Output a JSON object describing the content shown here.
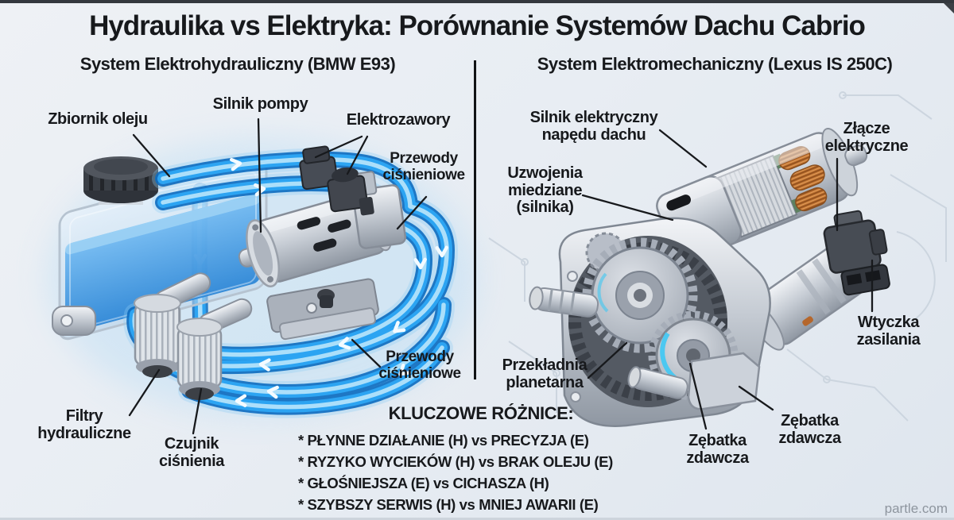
{
  "title": "Hydraulika vs Elektryka: Porównanie Systemów Dachu Cabrio",
  "watermark": "partle.com",
  "panels": {
    "left": {
      "subtitle": "System Elektrohydrauliczny (BMW E93)",
      "labels": {
        "oil_tank": "Zbiornik oleju",
        "pump_motor": "Silnik pompy",
        "solenoid_valves": "Elektrozawory",
        "pressure_lines_upper": "Przewody ciśnieniowe",
        "pressure_lines_lower": "Przewody ciśnieniowe",
        "hydraulic_filters": "Filtry hydrauliczne",
        "pressure_sensor": "Czujnik ciśnienia"
      }
    },
    "right": {
      "subtitle": "System Elektromechaniczny (Lexus IS 250C)",
      "labels": {
        "roof_drive_motor": "Silnik elektryczny napędu dachu",
        "copper_windings": "Uzwojenia miedziane (silnika)",
        "electrical_connector": "Złącze elektryczne",
        "power_plug": "Wtyczka zasilania",
        "planetary_gear": "Przekładnia planetarna",
        "output_gear_1": "Zębatka zdawcza",
        "output_gear_2": "Zębatka zdawcza"
      }
    }
  },
  "key_differences": {
    "heading": "KLUCZOWE RÓŻNICE:",
    "items": [
      "* PŁYNNE DZIAŁANIE (H) vs PRECYZJA (E)",
      "* RYZYKO WYCIEKÓW (H) vs BRAK OLEJU (E)",
      "* GŁOŚNIEJSZA (E) vs CICHASZA (H)",
      "* SZYBSZY SERWIS (H) vs MNIEJ AWARII (E)"
    ]
  },
  "colors": {
    "accent_blue": "#2ca4f2",
    "copper": "#c07434",
    "background": "#e9edf3",
    "line_color": "#17191c"
  }
}
